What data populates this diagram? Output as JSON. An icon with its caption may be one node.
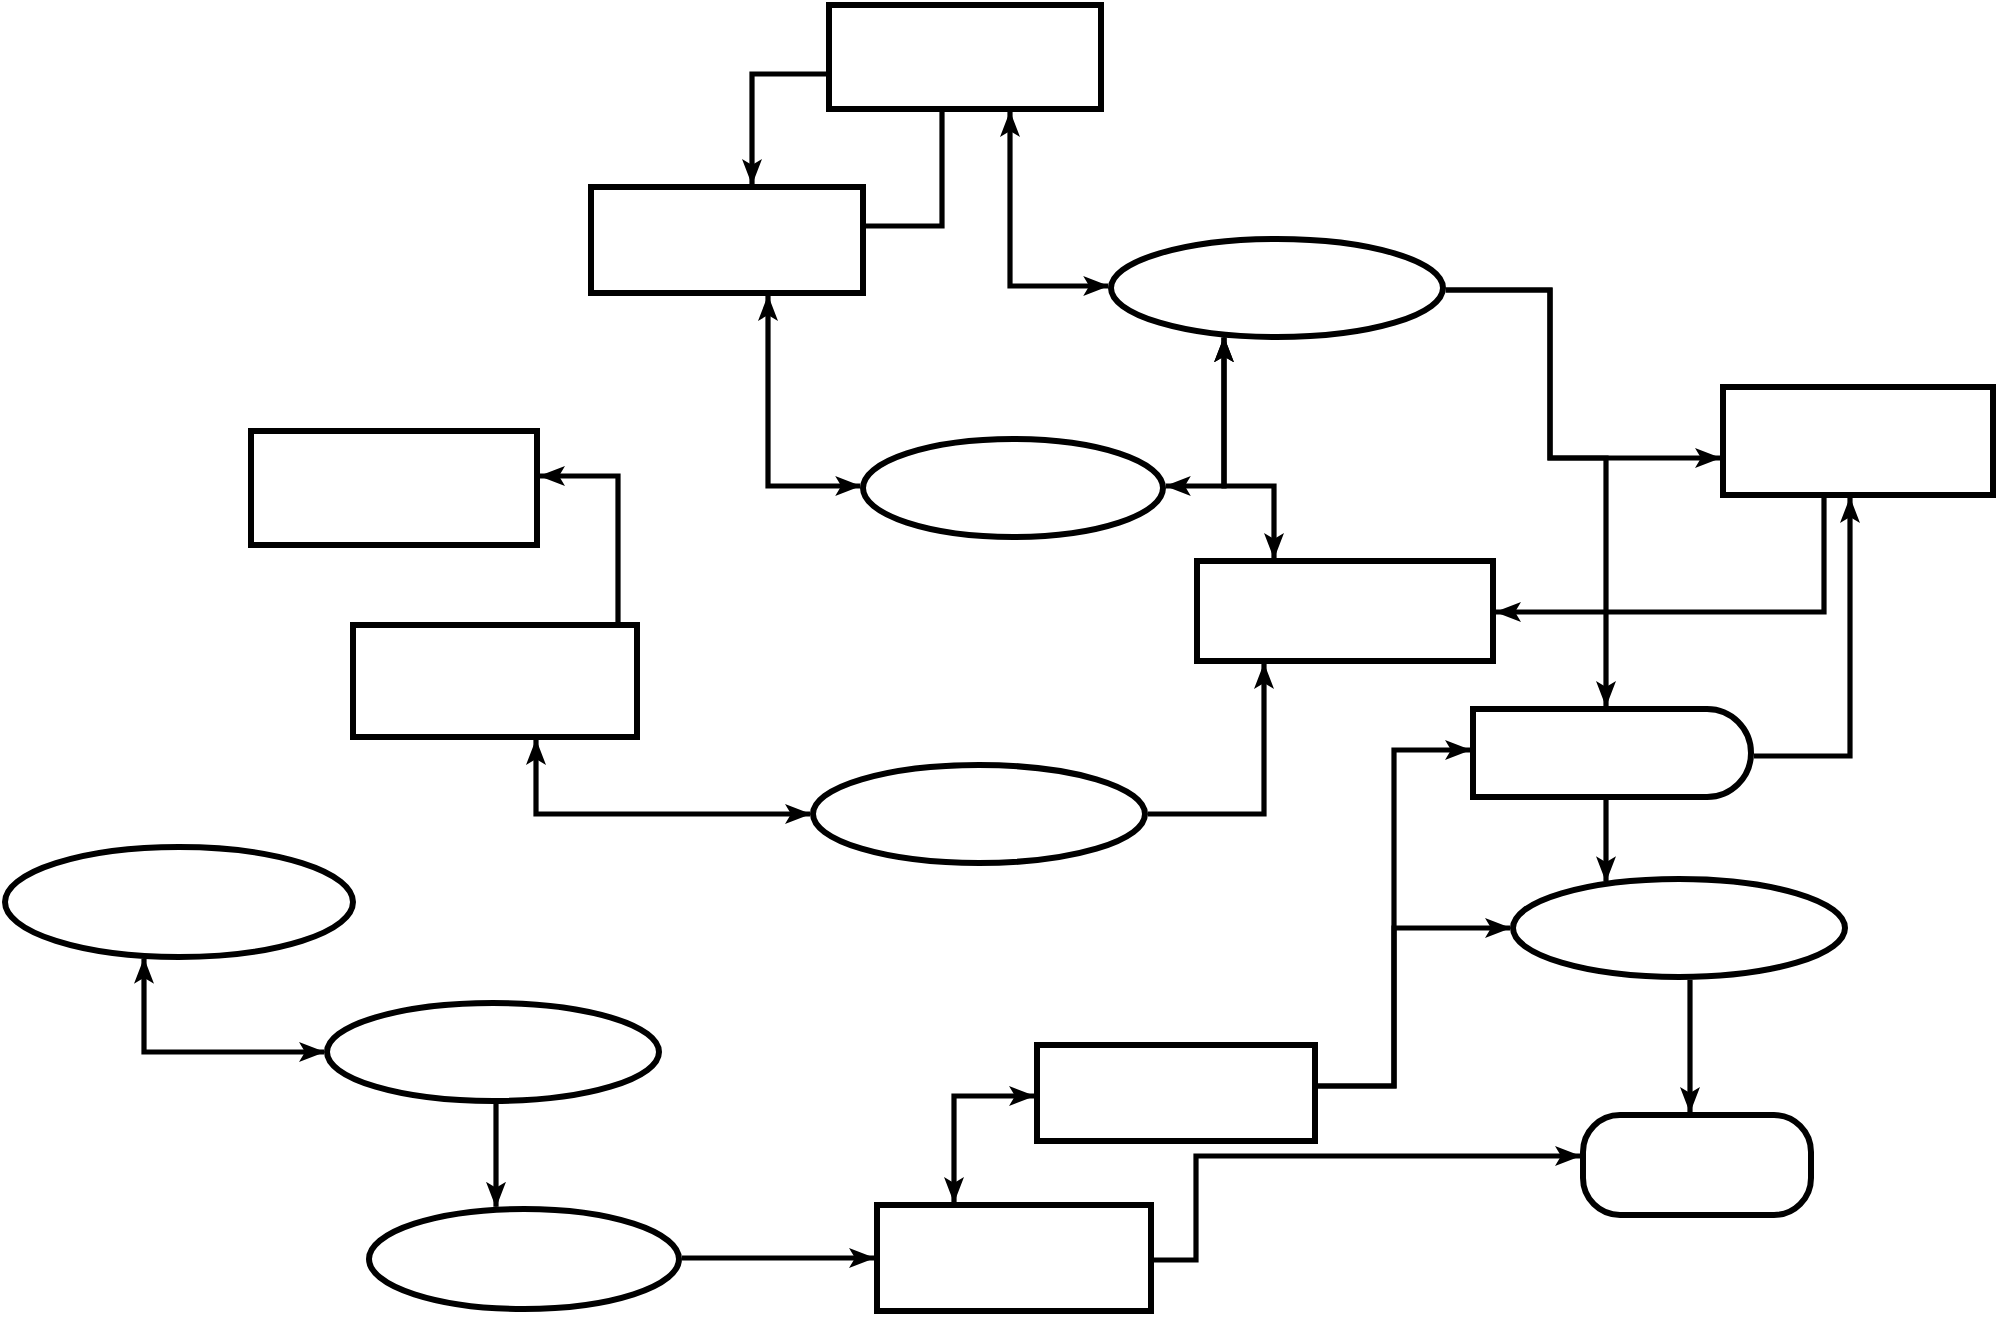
{
  "diagram": {
    "nodes": [
      {
        "text": [],
        "shape": "box"
      },
      {
        "text": [],
        "shape": "box"
      },
      {
        "text": [],
        "shape": "ellipse"
      },
      {
        "text": [],
        "shape": "box"
      },
      {
        "text": [],
        "shape": "box"
      },
      {
        "text": [],
        "shape": "ellipse"
      },
      {
        "text": [],
        "shape": "box"
      },
      {
        "text": [],
        "shape": "box"
      },
      {
        "text": [],
        "shape": "delay"
      },
      {
        "text": [],
        "shape": "ellipse"
      },
      {
        "text": [],
        "shape": "ellipse"
      },
      {
        "text": [],
        "shape": "ellipse"
      },
      {
        "text": [],
        "shape": "ellipse"
      },
      {
        "text": [],
        "shape": "box"
      },
      {
        "text": [],
        "shape": "pill"
      },
      {
        "text": [],
        "shape": "ellipse"
      },
      {
        "text": [],
        "shape": "box"
      }
    ],
    "edges": [
      {
        "from": 0,
        "to": 1,
        "arrow": "to"
      },
      {
        "from": 1,
        "to": 0,
        "arrow": "none"
      },
      {
        "from": 0,
        "to": 2,
        "arrow": "both"
      },
      {
        "from": 1,
        "to": 5,
        "arrow": "both"
      },
      {
        "from": 2,
        "to": 3,
        "arrow": "to"
      },
      {
        "from": 2,
        "to": 5,
        "arrow": "both"
      },
      {
        "from": 2,
        "to": 6,
        "arrow": "both"
      },
      {
        "from": 2,
        "to": 8,
        "arrow": "to"
      },
      {
        "from": 3,
        "to": 6,
        "arrow": "to"
      },
      {
        "from": 7,
        "to": 4,
        "arrow": "to"
      },
      {
        "from": 7,
        "to": 9,
        "arrow": "both"
      },
      {
        "from": 9,
        "to": 6,
        "arrow": "to"
      },
      {
        "from": 8,
        "to": 3,
        "arrow": "to"
      },
      {
        "from": 8,
        "to": 11,
        "arrow": "to"
      },
      {
        "from": 10,
        "to": 12,
        "arrow": "both"
      },
      {
        "from": 12,
        "to": 15,
        "arrow": "to"
      },
      {
        "from": 11,
        "to": 14,
        "arrow": "to"
      },
      {
        "from": 13,
        "to": 8,
        "arrow": "to"
      },
      {
        "from": 13,
        "to": 11,
        "arrow": "to"
      },
      {
        "from": 16,
        "to": 13,
        "arrow": "both"
      },
      {
        "from": 15,
        "to": 16,
        "arrow": "to"
      },
      {
        "from": 16,
        "to": 14,
        "arrow": "to"
      }
    ]
  }
}
